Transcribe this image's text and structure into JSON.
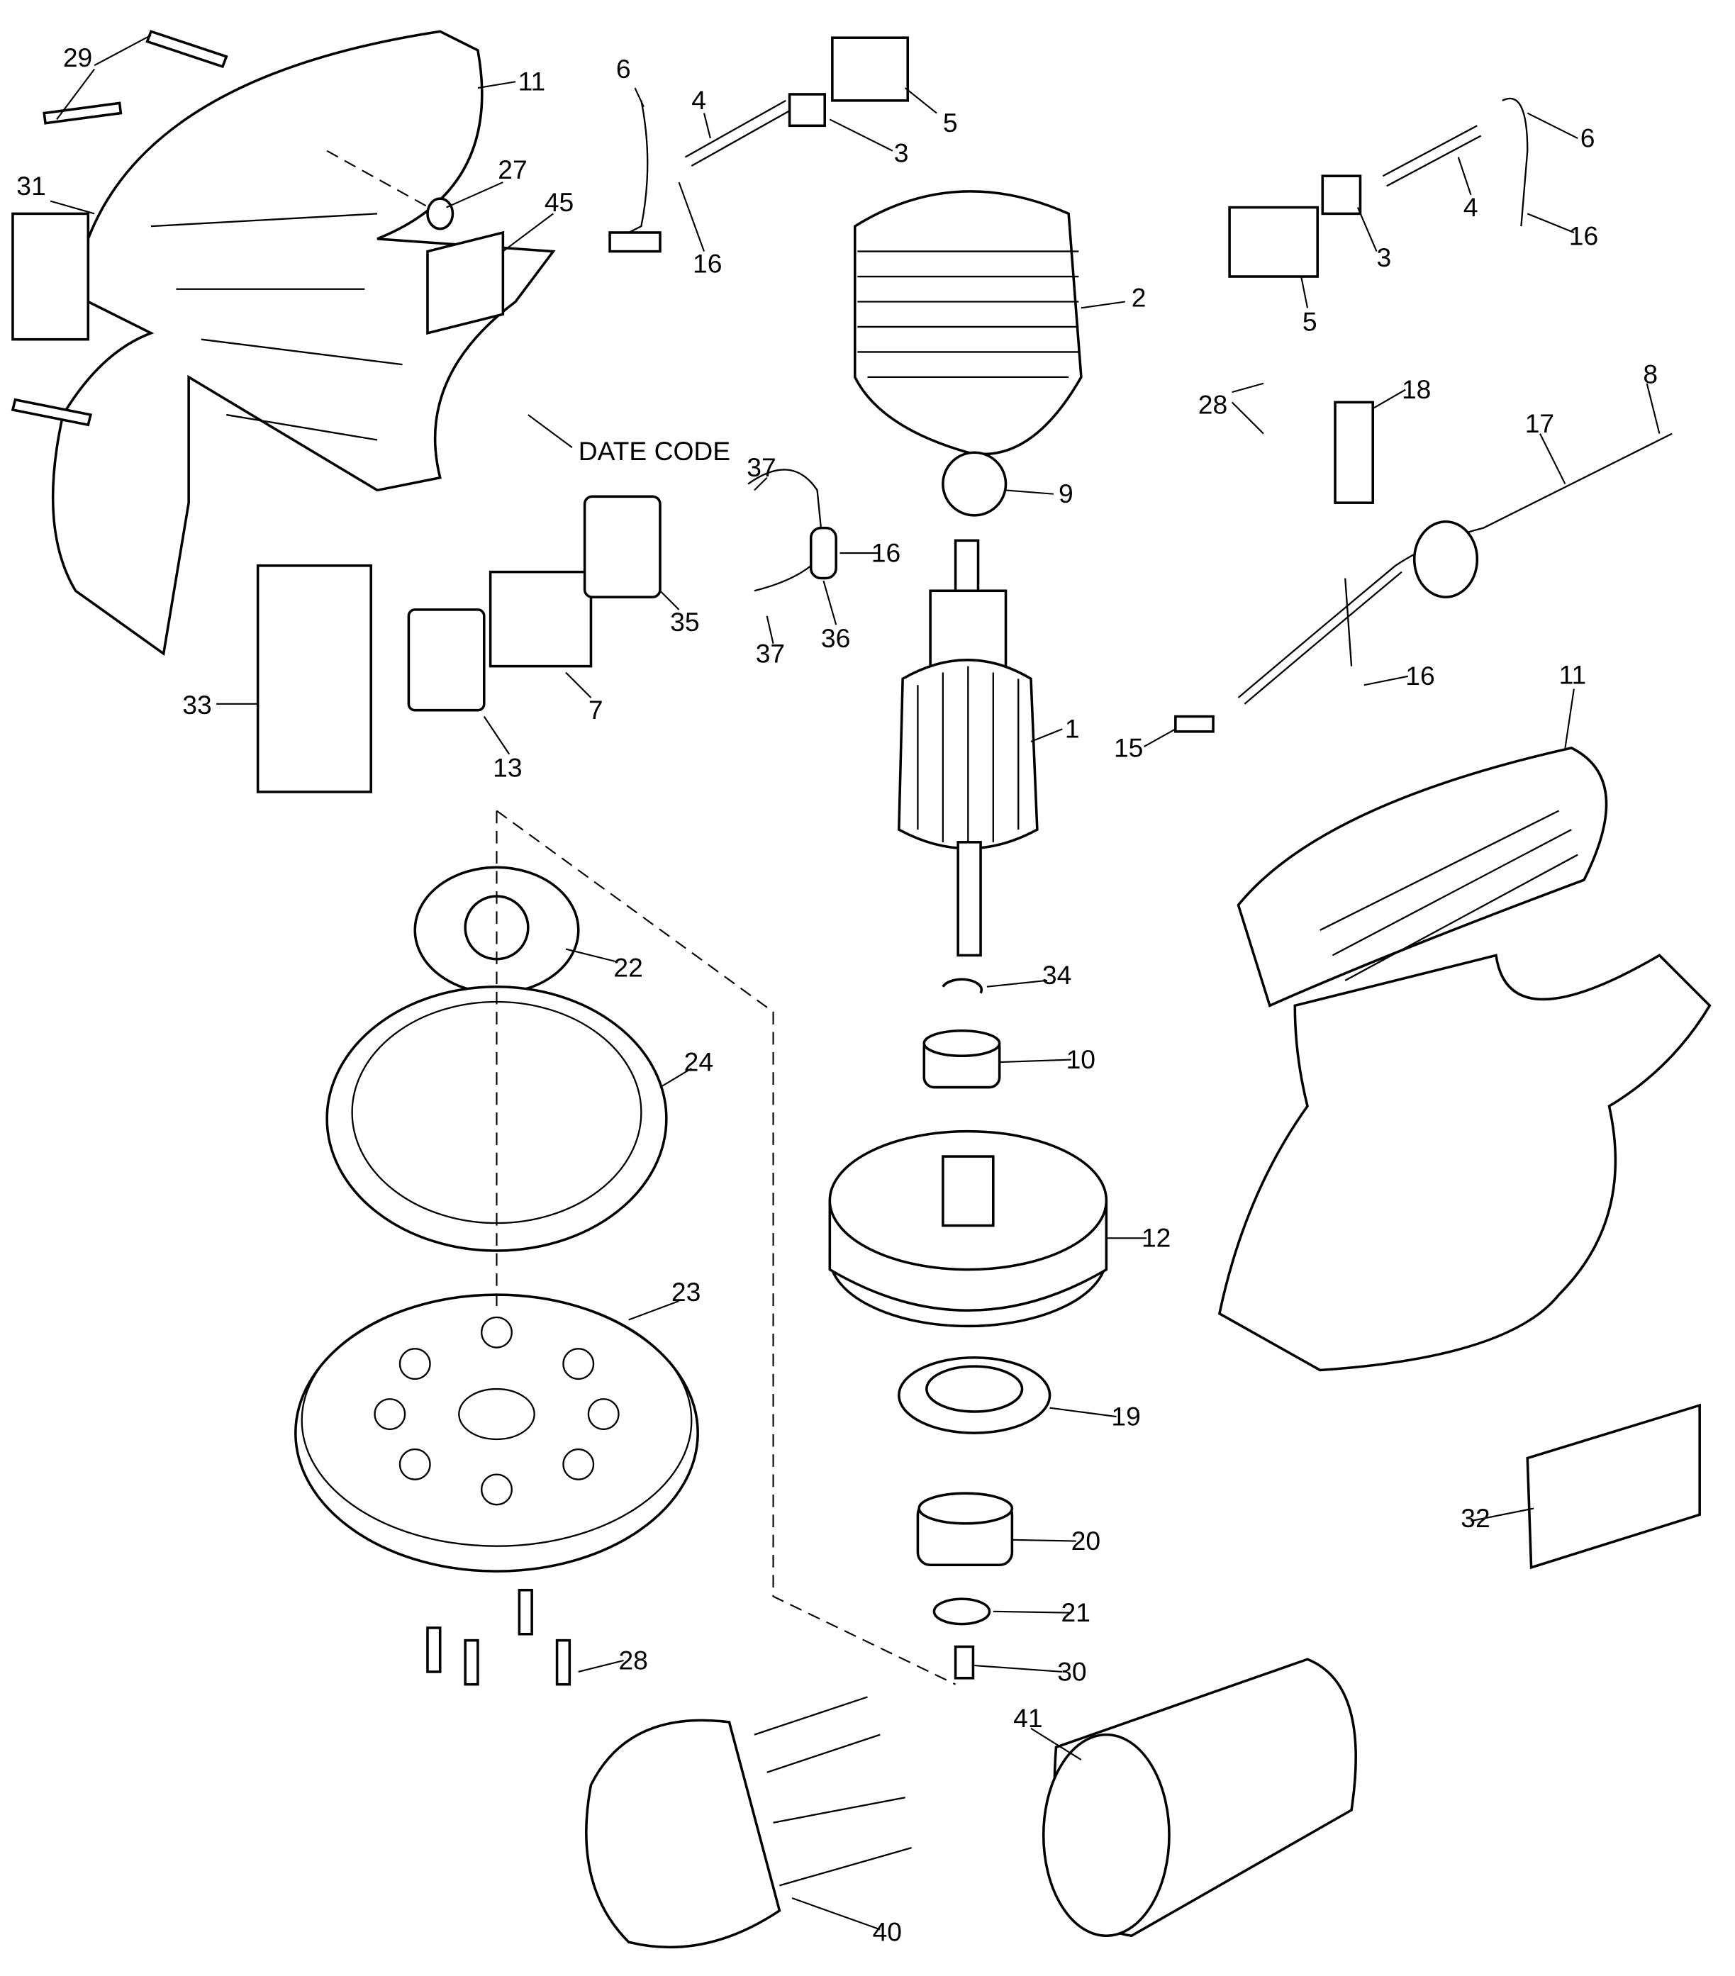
{
  "callouts": {
    "c29": "29",
    "c11a": "11",
    "c31": "31",
    "c27": "27",
    "c45": "45",
    "date_code": "DATE CODE",
    "c6a": "6",
    "c4a": "4",
    "c5a": "5",
    "c3a": "3",
    "c16a": "16",
    "c2": "2",
    "c6b": "6",
    "c4b": "4",
    "c3b": "3",
    "c16b": "16",
    "c5b": "5",
    "c28a": "28",
    "c18": "18",
    "c8": "8",
    "c17": "17",
    "c37a": "37",
    "c9": "9",
    "c16c": "16",
    "c35": "35",
    "c36": "36",
    "c37b": "37",
    "c1": "1",
    "c16d": "16",
    "c15": "15",
    "c11b": "11",
    "c33": "33",
    "c7": "7",
    "c13": "13",
    "c22": "22",
    "c34": "34",
    "c10": "10",
    "c24": "24",
    "c12": "12",
    "c23": "23",
    "c19": "19",
    "c20": "20",
    "c32": "32",
    "c21": "21",
    "c28b": "28",
    "c30": "30",
    "c41": "41",
    "c40": "40"
  }
}
